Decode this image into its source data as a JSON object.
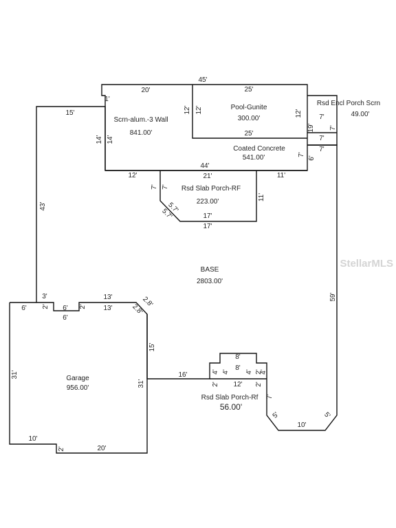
{
  "areas": {
    "screen": {
      "name": "Scrn-alum.-3 Wall",
      "area": "841.00'"
    },
    "pool": {
      "name": "Pool-Gunite",
      "area": "300.00'"
    },
    "encl": {
      "name": "Rsd Encl Porch Scrn",
      "area": "49.00'"
    },
    "concrete": {
      "name": "Coated Concrete",
      "area": "541.00'"
    },
    "slab1": {
      "name": "Rsd Slab Porch-RF",
      "area": "223.00'"
    },
    "base": {
      "name": "BASE",
      "area": "2803.00'"
    },
    "garage": {
      "name": "Garage",
      "area": "956.00'"
    },
    "slab2": {
      "name": "Rsd Slab Porch-Rf",
      "area": "56.00'"
    }
  },
  "dims": {
    "d45": "45'",
    "d20": "20'",
    "d25": "25'",
    "d1": "1'",
    "d15": "15'",
    "d12": "12'",
    "d19": "19'",
    "d7": "7'",
    "d14": "14'",
    "d44": "44'",
    "d21": "21'",
    "d11": "11'",
    "d6": "6'",
    "d43": "43'",
    "d57": "5.7'",
    "d17": "17'",
    "d11b": "11'",
    "d59": "59'",
    "d3": "3'",
    "d13": "13'",
    "d2": "2'",
    "d28": "2.8'",
    "d31": "31'",
    "d16": "16'",
    "d8": "8'",
    "d4": "4'",
    "d5": "5'",
    "d10": "10'"
  },
  "watermark": "StellarMLS"
}
